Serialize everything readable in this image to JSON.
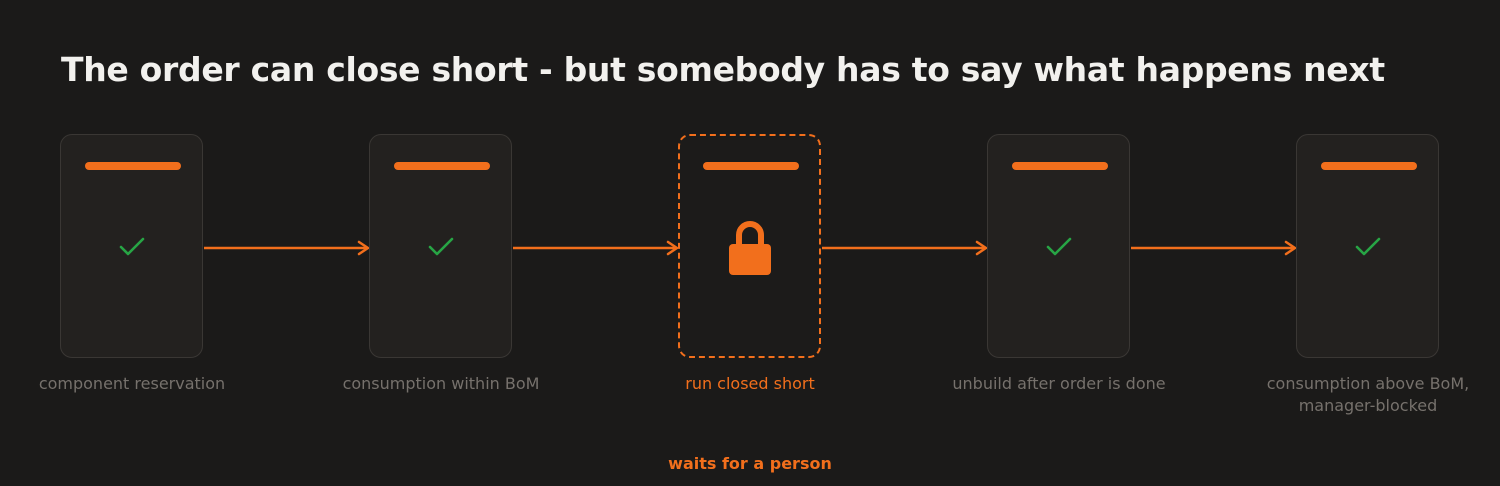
{
  "title": "The order can close short - but somebody has to say what happens next",
  "accent_color": "#f26f1c",
  "check_color": "#27a545",
  "steps": [
    {
      "label": "component reservation",
      "status_icon": "checkmark-icon"
    },
    {
      "label": "consumption within BoM",
      "status_icon": "checkmark-icon"
    },
    {
      "label": "run closed short",
      "status_icon": "lock-icon",
      "highlighted": true
    },
    {
      "label": "unbuild after order is done",
      "status_icon": "checkmark-icon"
    },
    {
      "label": "consumption above BoM,\nmanager-blocked",
      "status_icon": "checkmark-icon"
    }
  ],
  "note": "waits for a person"
}
